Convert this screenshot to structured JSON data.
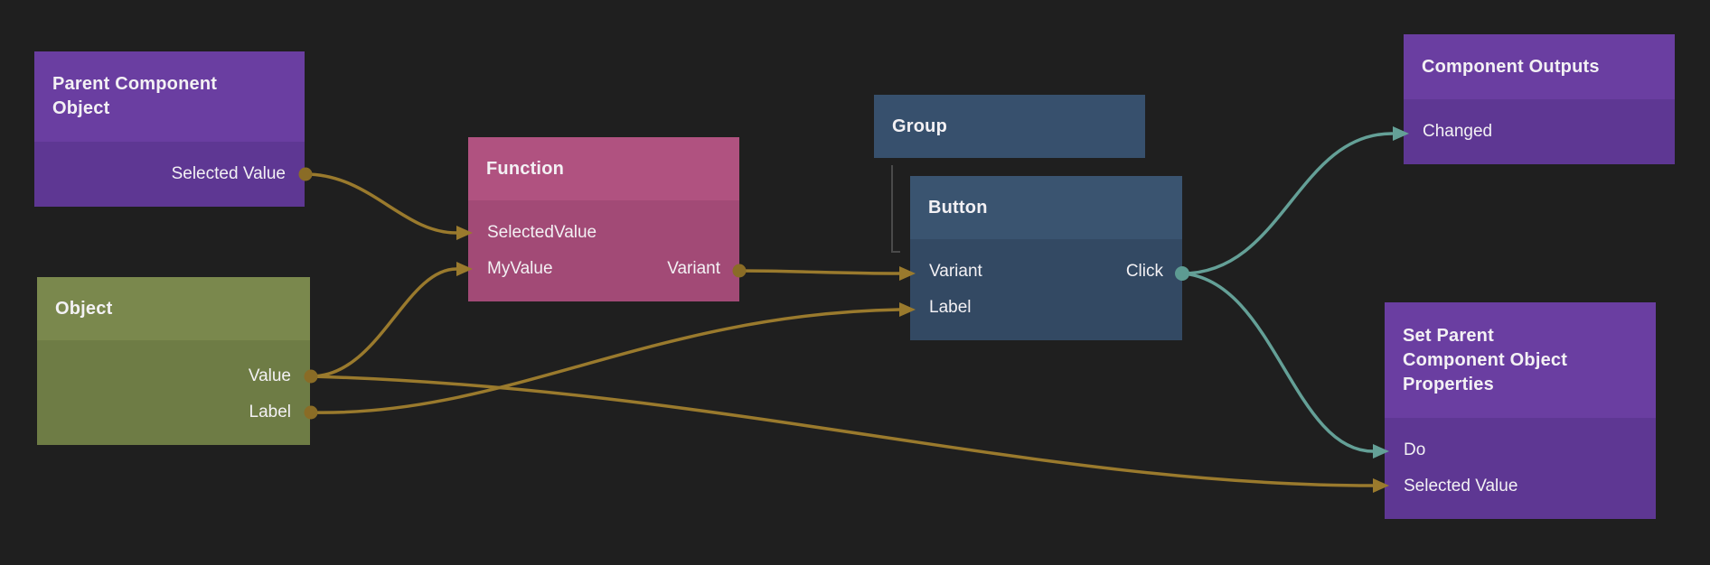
{
  "canvas": {
    "kind": "node-graph-editor"
  },
  "colors": {
    "bg": "#1f1f1f",
    "text": "#f3f1f4",
    "purple_header": "#6a3ea1",
    "purple_body": "#5e3793",
    "olive_header": "#7a884d",
    "olive_body": "#6e7c45",
    "magenta_header": "#b05280",
    "magenta_body": "#a24a76",
    "slate_header": "#3a5470",
    "slate_body": "#334963",
    "group_fill": "#37506d",
    "wire_amber": "#9a7a2d",
    "dot_amber": "#8a6c26",
    "wire_teal": "#64a097",
    "dot_teal": "#5d9b92",
    "child_line": "#4a4a4a"
  },
  "nodes": {
    "parent_component_object": {
      "title": "Parent Component Object",
      "outputs": [
        "Selected Value"
      ]
    },
    "object": {
      "title": "Object",
      "outputs": [
        "Value",
        "Label"
      ]
    },
    "function": {
      "title": "Function",
      "inputs": [
        "SelectedValue",
        "MyValue"
      ],
      "outputs": [
        "Variant"
      ]
    },
    "group": {
      "title": "Group"
    },
    "button": {
      "title": "Button",
      "inputs": [
        "Variant",
        "Label"
      ],
      "outputs": [
        "Click"
      ]
    },
    "component_outputs": {
      "title": "Component Outputs",
      "inputs": [
        "Changed"
      ]
    },
    "set_parent_component_object_properties": {
      "title": "Set Parent Component Object Properties",
      "inputs": [
        "Do",
        "Selected Value"
      ]
    }
  },
  "connections": [
    {
      "from": "Parent Component Object.Selected Value",
      "to": "Function.SelectedValue",
      "color": "amber"
    },
    {
      "from": "Object.Value",
      "to": "Function.MyValue",
      "color": "amber"
    },
    {
      "from": "Object.Value",
      "to": "Set Parent Component Object Properties.Selected Value",
      "color": "amber"
    },
    {
      "from": "Object.Label",
      "to": "Button.Label",
      "color": "amber"
    },
    {
      "from": "Function.Variant",
      "to": "Button.Variant",
      "color": "amber"
    },
    {
      "from": "Button.Click",
      "to": "Component Outputs.Changed",
      "color": "teal"
    },
    {
      "from": "Button.Click",
      "to": "Set Parent Component Object Properties.Do",
      "color": "teal"
    },
    {
      "from": "Group",
      "to": "Button",
      "type": "parent-child"
    }
  ]
}
